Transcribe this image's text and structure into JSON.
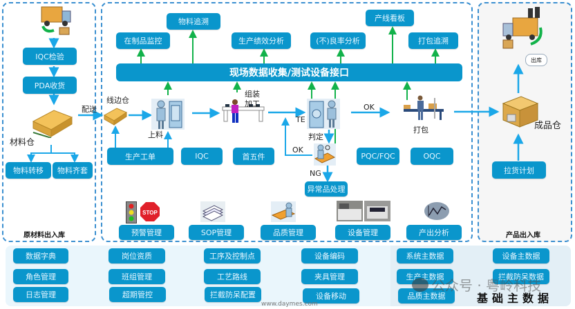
{
  "panels": {
    "raw_material": {
      "title": "原材料出入库",
      "steps": [
        "IQC检验",
        "PDA收货"
      ],
      "warehouse_label": "材料仓",
      "sub_buttons": [
        "物料转移",
        "物料齐套"
      ],
      "delivery_label": "配送"
    },
    "production": {
      "top_outputs": [
        "在制品监控",
        "物料追溯",
        "生产绩效分析",
        "(不)良率分析",
        "产线看板",
        "打包追溯"
      ],
      "interface_bar": "现场数据收集/测试设备接口",
      "line_side_label": "线边仓",
      "loading_label": "上料",
      "assembly_label_1": "组装",
      "assembly_label_2": "加工",
      "te_label": "TE",
      "judge_label": "判定",
      "ok_label_1": "OK",
      "ok_label_2": "OK",
      "ng_label": "NG",
      "abnormal_label": "异常品处理",
      "pack_label": "打包",
      "inputs": [
        "生产工单",
        "IQC",
        "首五件",
        "PQC/FQC",
        "OQC"
      ],
      "modules": [
        "预警管理",
        "SOP管理",
        "品质管理",
        "设备管理",
        "产出分析"
      ],
      "stop_sign_text": "STOP"
    },
    "product": {
      "title": "产品出入库",
      "finished_label": "成品仓",
      "shipping_label": "出库",
      "plan_button": "拉货计划"
    }
  },
  "base_data": {
    "title": "基础主数据",
    "columns": [
      [
        "数据字典",
        "角色管理",
        "日志管理"
      ],
      [
        "岗位资质",
        "班组管理",
        "超期管控"
      ],
      [
        "工序及控制点",
        "工艺路线",
        "拦截防呆配置"
      ],
      [
        "设备编码",
        "夹具管理",
        "设备移动"
      ],
      [
        "系统主数据",
        "生产主数据",
        "品质主数据"
      ],
      [
        "设备主数据",
        "拦截防呆数据"
      ]
    ]
  },
  "watermark": {
    "text": "公众号 · 粤岭科技",
    "url": "www.daymes.com"
  },
  "colors": {
    "button": "#0a96cc",
    "flow_arrow": "#1aa7e8",
    "data_arrow": "#12b24a",
    "panel_border": "#3a8fd0"
  }
}
